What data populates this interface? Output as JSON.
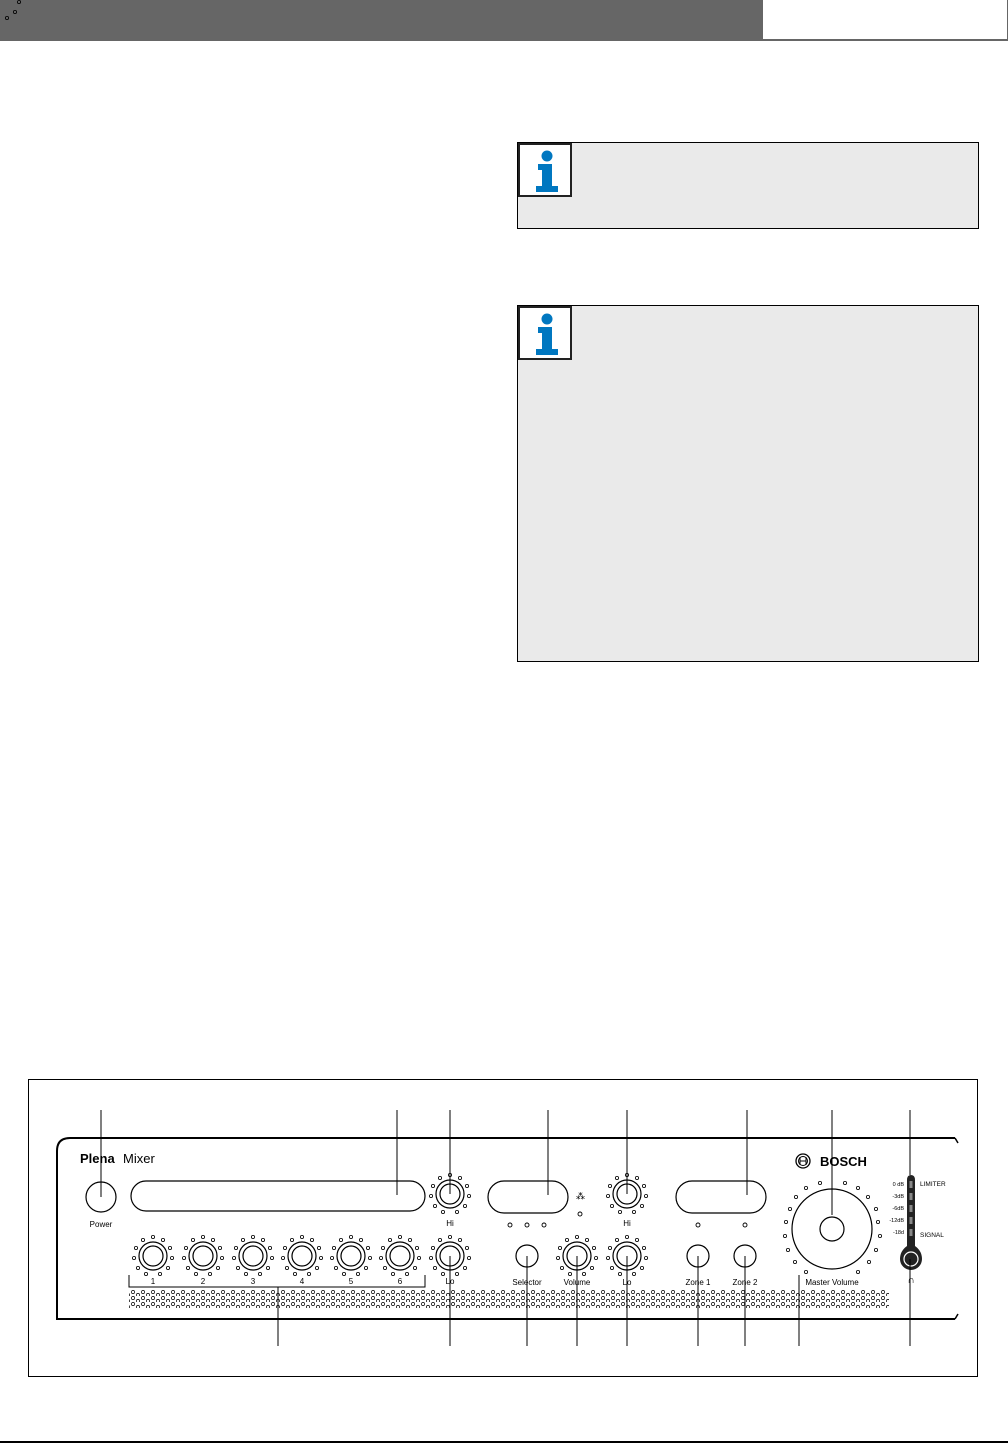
{
  "header": {
    "bar_color": "#666666",
    "right_box_text": ""
  },
  "notes": [
    {
      "icon": "info-icon",
      "icon_color": "#0077c0",
      "background": "#eaeaea",
      "text": ""
    },
    {
      "icon": "info-icon",
      "icon_color": "#0077c0",
      "background": "#eaeaea",
      "text": ""
    }
  ],
  "figure": {
    "brand_bold": "Plena",
    "brand_light": "Mixer",
    "manufacturer": "BOSCH",
    "controls": {
      "power": "Power",
      "channels": [
        "1",
        "2",
        "3",
        "4",
        "5",
        "6"
      ],
      "tone_left_hi": "Hi",
      "tone_left_lo": "Lo",
      "selector": "Selector",
      "volume": "Volume",
      "tone_right_hi": "Hi",
      "tone_right_lo": "Lo",
      "zone1": "Zone 1",
      "zone2": "Zone 2",
      "master_volume": "Master Volume"
    },
    "vu_meter": {
      "labels": [
        "0 dB",
        "-3dB",
        "-6dB",
        "-12dB",
        "-18d"
      ],
      "limiter": "LIMITER",
      "signal": "SIGNAL"
    },
    "headphones_icon": "headphones-icon",
    "callouts_top_x": [
      101,
      397,
      450,
      548,
      627,
      747,
      832,
      910
    ],
    "callouts_bottom_x": [
      278,
      450,
      527,
      577,
      627,
      698,
      745,
      799,
      910
    ]
  }
}
